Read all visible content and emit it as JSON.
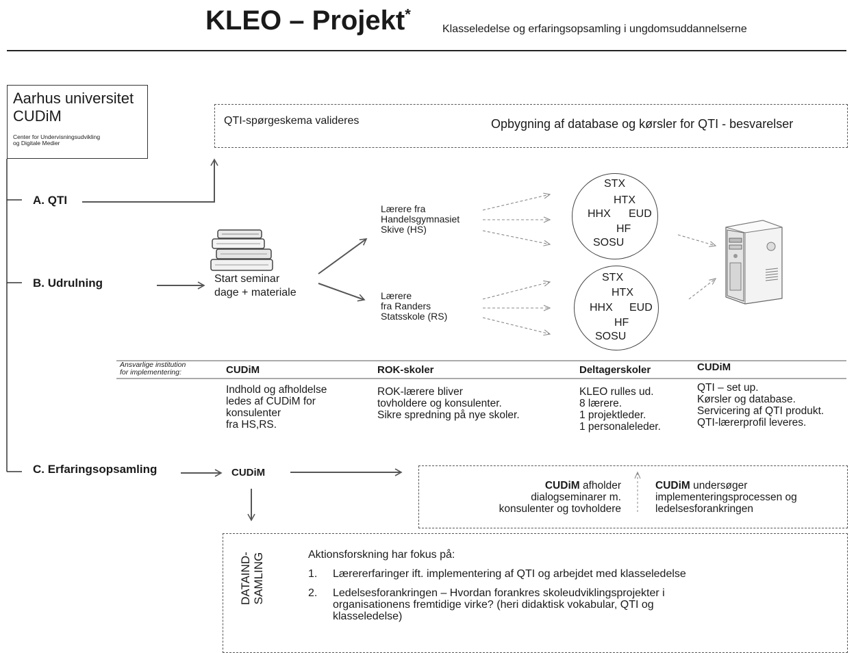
{
  "title": "KLEO – Projekt",
  "title_mark": "*",
  "subtitle": "Klasseledelse og erfaringsopsamling i ungdomsuddannelserne",
  "institution": {
    "name_line1": "Aarhus universitet",
    "name_line2": "CUDiM",
    "full_line1": "Center for Undervisningsudvikling",
    "full_line2": "og Digitale Medier"
  },
  "qti_box": {
    "left_text": "QTI-spørgeskema valideres",
    "right_text": "Opbygning af database og kørsler for QTI - besvarelser"
  },
  "rows": {
    "a": "A.  QTI",
    "b": "B. Udrulning",
    "c": "C. Erfaringsopsamling"
  },
  "seminar": {
    "line1": "Start seminar",
    "line2": "dage + materiale"
  },
  "teachers_hs": {
    "line1": "Lærere fra",
    "line2": "Handelsgymnasiet",
    "line3": "Skive (HS)"
  },
  "teachers_rs": {
    "line1": "Lærere",
    "line2": "fra Randers",
    "line3": "Statsskole (RS)"
  },
  "schools": [
    "STX",
    "HTX",
    "HHX",
    "EUD",
    "HF",
    "SOSU"
  ],
  "table": {
    "responsible_label_1": "Ansvarlige institution",
    "responsible_label_2": "for implementering:",
    "headers": [
      "CUDiM",
      "ROK-skoler",
      "Deltagerskoler",
      "CUDiM"
    ],
    "col1": [
      "Indhold og afholdelse",
      "ledes af CUDiM for",
      "konsulenter",
      "fra HS,RS."
    ],
    "col2": [
      "ROK-lærere bliver",
      "tovholdere og konsulenter.",
      "Sikre spredning på nye skoler."
    ],
    "col3": [
      "KLEO rulles ud.",
      "8 lærere.",
      "1 projektleder.",
      "1 personaleleder."
    ],
    "col4": [
      "QTI – set up.",
      "Kørsler og database.",
      "Servicering af QTI produkt.",
      "QTI-lærerprofil leveres."
    ]
  },
  "erfaring": {
    "cudim": "CUDiM",
    "left_bold": "CUDiM",
    "left_rest": " afholder",
    "left_line2": "dialogseminarer m.",
    "left_line3": "konsulenter og tovholdere",
    "right_bold": "CUDiM",
    "right_rest": " undersøger",
    "right_line2": "implementeringsprocessen og",
    "right_line3": "ledelsesforankringen"
  },
  "research": {
    "side_line1": "DATAIND-",
    "side_line2": "SAMLING",
    "heading": "Aktionsforskning har fokus på:",
    "item1_num": "1.",
    "item1": "Lærererfaringer ift. implementering af QTI og arbejdet med klasseledelse",
    "item2_num": "2.",
    "item2_line1": "Ledelsesforankringen – Hvordan forankres skoleudviklingsprojekter i",
    "item2_line2": "organisationens fremtidige virke? (heri didaktisk vokabular, QTI og",
    "item2_line3": "klasseledelse)"
  },
  "icons": [
    "books-icon",
    "computer-tower-icon"
  ]
}
